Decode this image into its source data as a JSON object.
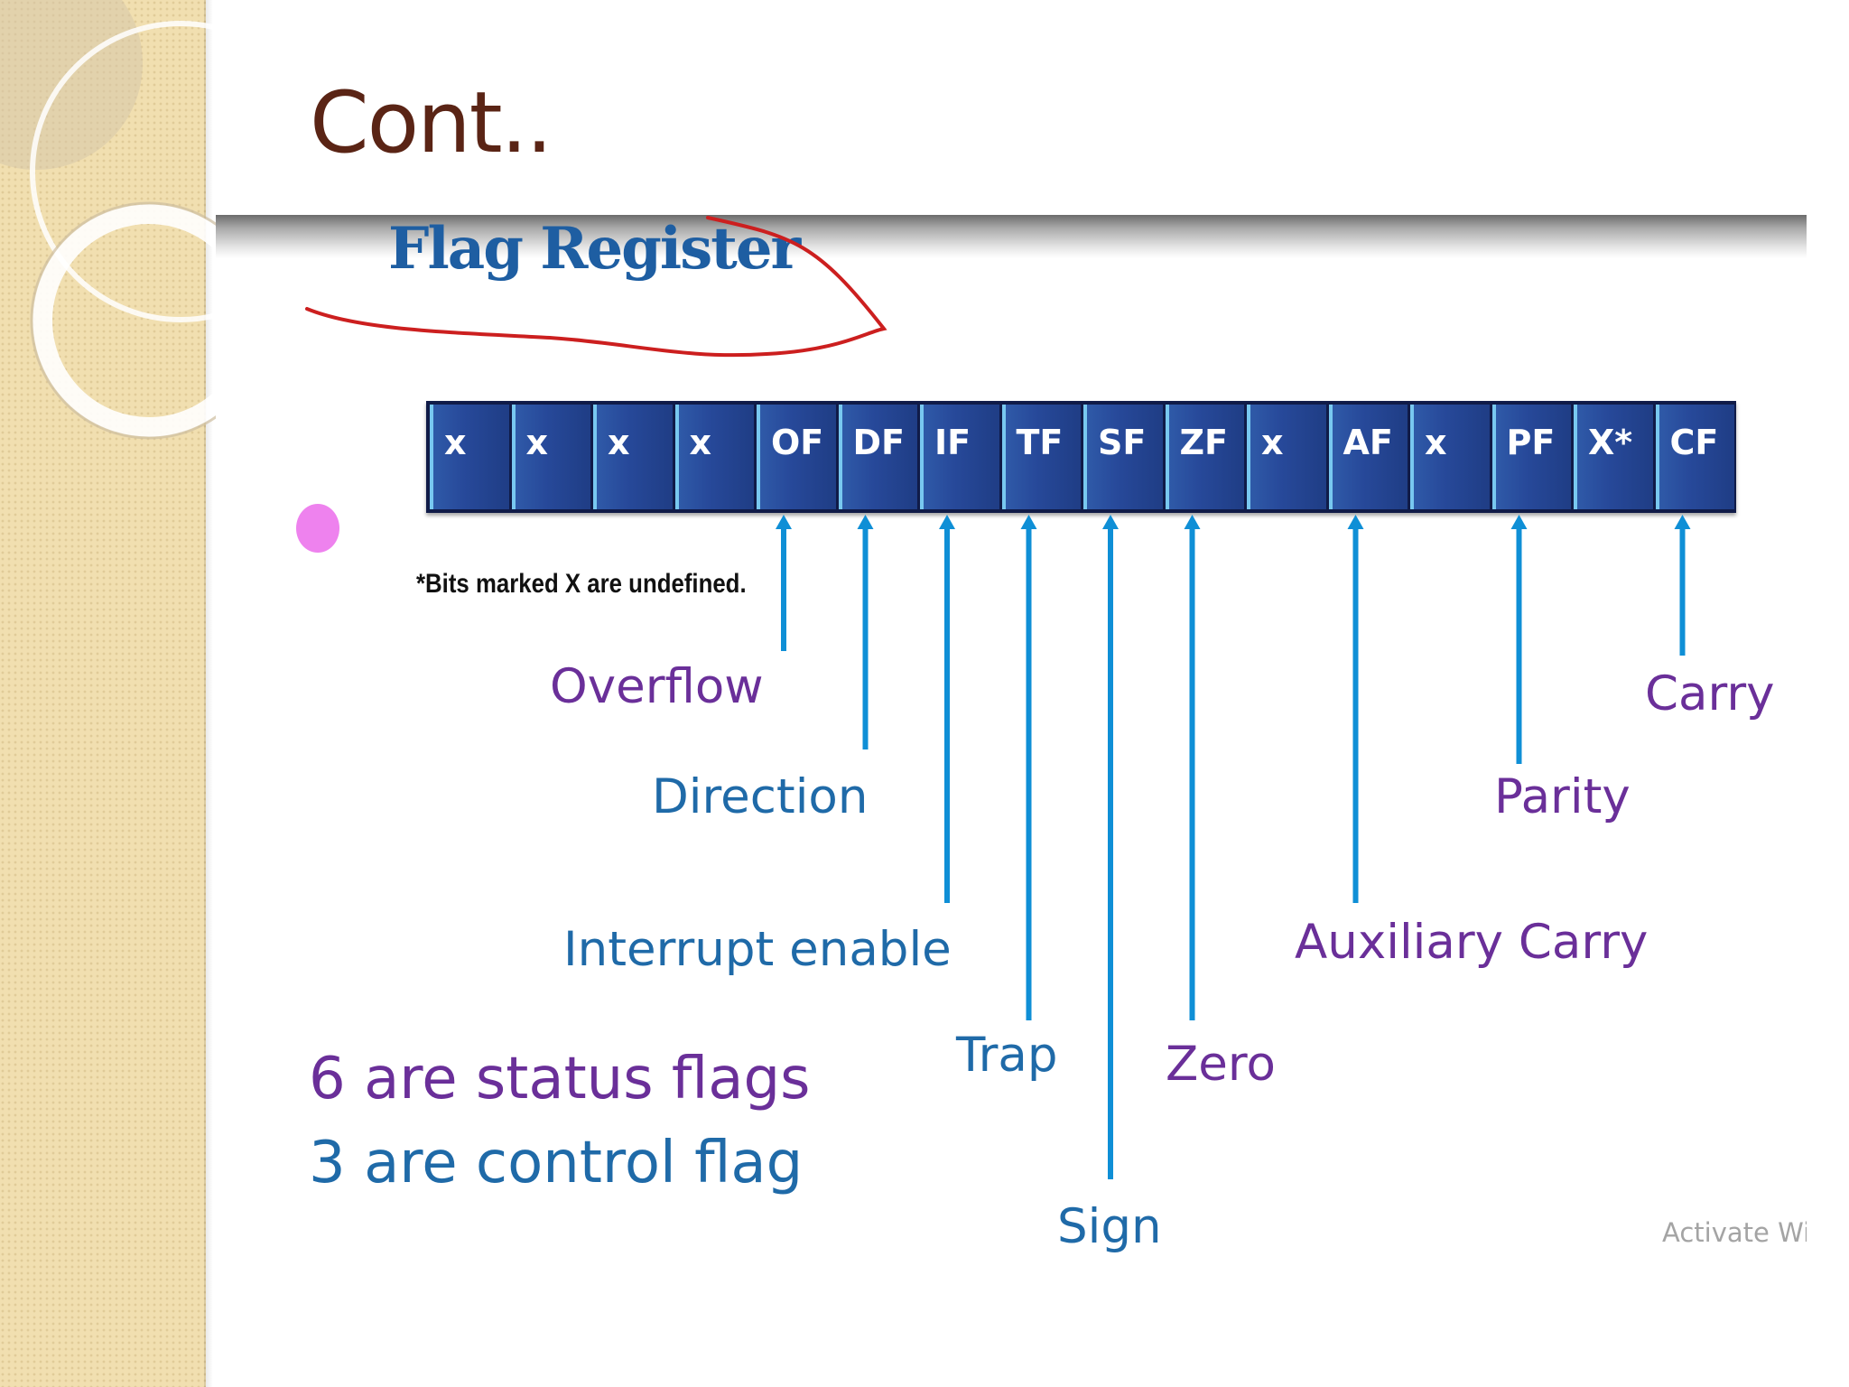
{
  "slide": {
    "title": "Cont.."
  },
  "diagram": {
    "heading": "Flag Register",
    "note": "*Bits marked X are undefined.",
    "bits": [
      "x",
      "x",
      "x",
      "x",
      "OF",
      "DF",
      "IF",
      "TF",
      "SF",
      "ZF",
      "x",
      "AF",
      "x",
      "PF",
      "X*",
      "CF"
    ],
    "flags": [
      {
        "bit": "OF",
        "name": "Overflow"
      },
      {
        "bit": "DF",
        "name": "Direction"
      },
      {
        "bit": "IF",
        "name": "Interrupt enable"
      },
      {
        "bit": "TF",
        "name": "Trap"
      },
      {
        "bit": "SF",
        "name": "Sign"
      },
      {
        "bit": "ZF",
        "name": "Zero"
      },
      {
        "bit": "AF",
        "name": "Auxiliary Carry"
      },
      {
        "bit": "PF",
        "name": "Parity"
      },
      {
        "bit": "CF",
        "name": "Carry"
      }
    ]
  },
  "summary": {
    "status": "6 are status flags",
    "control": "3 are control flag"
  },
  "overlay": {
    "watermark": "Activate Win"
  },
  "colors": {
    "title": "#5a2415",
    "heading": "#1e5ea2",
    "register_cell": "#27499a",
    "arrow": "#0f8fd6",
    "label_blue": "#1f6aa8",
    "label_purple": "#6a2f99",
    "annotation": "#cc1f1f",
    "bullet": "#ee82ee"
  }
}
